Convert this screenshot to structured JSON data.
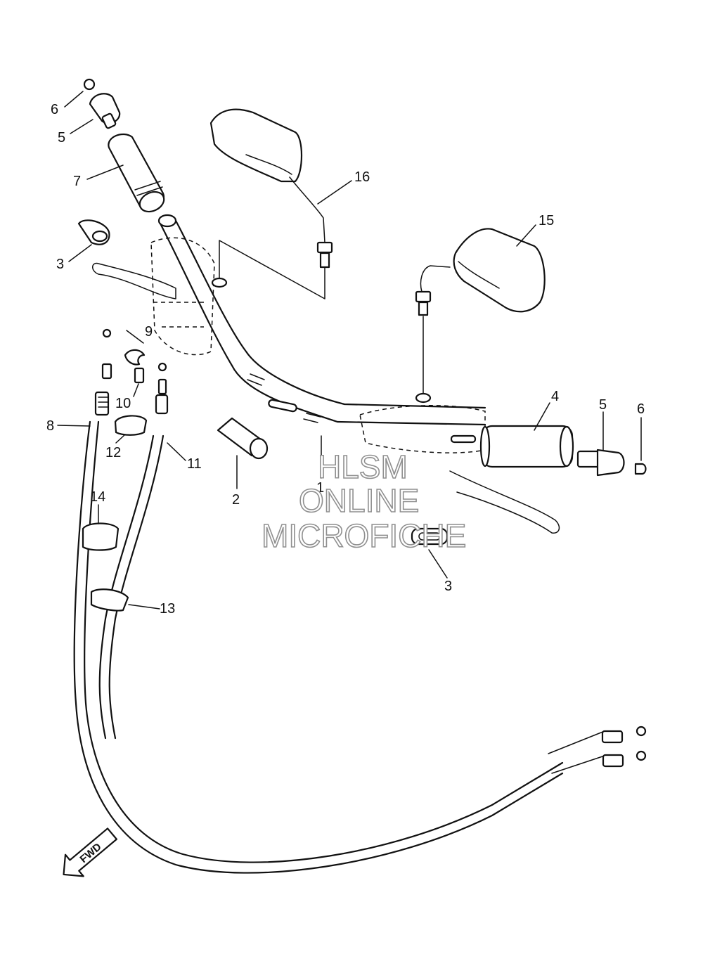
{
  "callouts": {
    "c1": "1",
    "c2": "2",
    "c3a": "3",
    "c3b": "3",
    "c4": "4",
    "c5a": "5",
    "c5b": "5",
    "c6a": "6",
    "c6b": "6",
    "c7": "7",
    "c8": "8",
    "c9": "9",
    "c10": "10",
    "c11": "11",
    "c12": "12",
    "c13": "13",
    "c14": "14",
    "c15": "15",
    "c16": "16"
  },
  "watermark": {
    "line1": "HLSM",
    "line2": "ONLINE",
    "line3": "MICROFICHE"
  },
  "direction_marker": "FWD"
}
